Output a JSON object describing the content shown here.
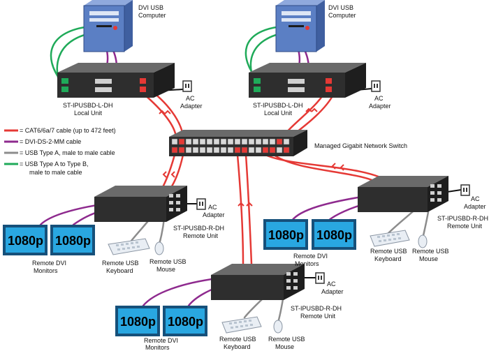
{
  "colors": {
    "cat6": "#e53935",
    "dvi": "#8e2a8e",
    "usb_a": "#8c8c8c",
    "usb_ab": "#1faa59",
    "unit_top": "#4a4a4a",
    "unit_front": "#2b2b2b",
    "monitor_screen": "#29a7e1",
    "tower": "#5b7fc4"
  },
  "legend": [
    {
      "key": "cat6",
      "label_lines": [
        "= CAT6/6a/7 cable (up to 472 feet)"
      ]
    },
    {
      "key": "dvi",
      "label_lines": [
        "= DVI-DS-2-MM cable"
      ]
    },
    {
      "key": "usb_a",
      "label_lines": [
        "= USB Type A, male to male cable"
      ]
    },
    {
      "key": "usb_ab",
      "label_lines": [
        "= USB Type A to Type B,",
        "male to male cable"
      ]
    }
  ],
  "computers": [
    {
      "label_lines": [
        "DVI USB",
        "Computer"
      ]
    },
    {
      "label_lines": [
        "DVI USB",
        "Computer"
      ]
    }
  ],
  "local_units": [
    {
      "label_lines": [
        "ST-IPUSBD-L-DH",
        "Local Unit"
      ]
    },
    {
      "label_lines": [
        "ST-IPUSBD-L-DH",
        "Local Unit"
      ]
    }
  ],
  "ac_adapters": [
    {
      "label_lines": [
        "AC",
        "Adapter"
      ]
    },
    {
      "label_lines": [
        "AC",
        "Adapter"
      ]
    },
    {
      "label_lines": [
        "AC",
        "Adapter"
      ]
    },
    {
      "label_lines": [
        "AC",
        "Adapter"
      ]
    },
    {
      "label_lines": [
        "AC",
        "Adapter"
      ]
    }
  ],
  "switch": {
    "label": "Managed Gigabit Network Switch"
  },
  "remote_units": [
    {
      "label_lines": [
        "ST-IPUSBD-R-DH",
        "Remote Unit"
      ]
    },
    {
      "label_lines": [
        "ST-IPUSBD-R-DH",
        "Remote Unit"
      ]
    },
    {
      "label_lines": [
        "ST-IPUSBD-R-DH",
        "Remote Unit"
      ]
    }
  ],
  "monitor_text": "1080p",
  "remote_monitors_label": [
    "Remote DVI",
    "Monitors"
  ],
  "keyboard_label": [
    "Remote USB",
    "Keyboard"
  ],
  "mouse_label": [
    "Remote USB",
    "Mouse"
  ]
}
